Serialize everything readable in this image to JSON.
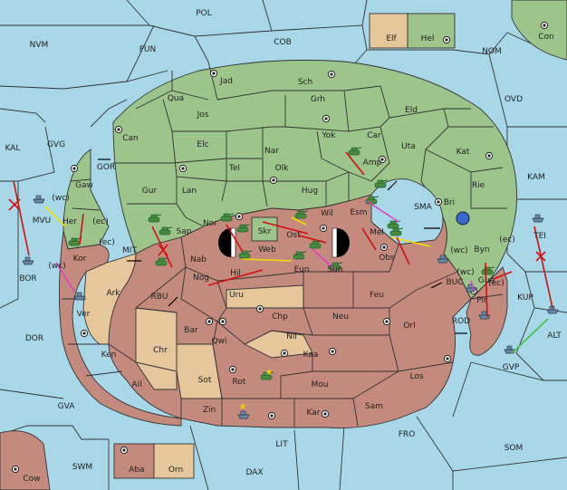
{
  "colors": {
    "sea": "#a8d8e8",
    "green_power": "#9dc48a",
    "red_power": "#c48a7e",
    "neutral": "#e6c79c",
    "order_move": "#d01010",
    "order_support": "#f0e000",
    "order_convoy": "#e040c0",
    "order_hold": "#40c040"
  },
  "legend": {
    "tan_label": "Elf",
    "green_label": "Hel",
    "tan_label_2": "Aba",
    "tan_label_3": "Orn"
  },
  "sea_regions": [
    {
      "name": "POL"
    },
    {
      "name": "NVM"
    },
    {
      "name": "FUN"
    },
    {
      "name": "COB"
    },
    {
      "name": "NOM"
    },
    {
      "name": "OVD"
    },
    {
      "name": "KAL"
    },
    {
      "name": "GVG"
    },
    {
      "name": "GOR"
    },
    {
      "name": "SMA"
    },
    {
      "name": "KAM"
    },
    {
      "name": "MVU"
    },
    {
      "name": "MIT"
    },
    {
      "name": "BOR"
    },
    {
      "name": "RBU"
    },
    {
      "name": "TEI"
    },
    {
      "name": "BUC"
    },
    {
      "name": "KUP"
    },
    {
      "name": "DOR"
    },
    {
      "name": "ROD"
    },
    {
      "name": "ALT"
    },
    {
      "name": "GVP"
    },
    {
      "name": "GVA"
    },
    {
      "name": "FRO"
    },
    {
      "name": "LIT"
    },
    {
      "name": "SOM"
    },
    {
      "name": "SWM"
    },
    {
      "name": "DAX"
    },
    {
      "name": "Con"
    },
    {
      "name": "Cow"
    }
  ],
  "land_regions": [
    {
      "name": "Jad"
    },
    {
      "name": "Sch"
    },
    {
      "name": "Qua"
    },
    {
      "name": "Grh"
    },
    {
      "name": "Jos"
    },
    {
      "name": "Eld"
    },
    {
      "name": "Can"
    },
    {
      "name": "Car"
    },
    {
      "name": "Yok"
    },
    {
      "name": "Uta"
    },
    {
      "name": "Elc"
    },
    {
      "name": "Nar"
    },
    {
      "name": "Kat"
    },
    {
      "name": "Tel"
    },
    {
      "name": "Olk"
    },
    {
      "name": "Amp"
    },
    {
      "name": "Gaw"
    },
    {
      "name": "Gur"
    },
    {
      "name": "Lan"
    },
    {
      "name": "Hug"
    },
    {
      "name": "Rie"
    },
    {
      "name": "Esm"
    },
    {
      "name": "Bri"
    },
    {
      "name": "Nor"
    },
    {
      "name": "Skr"
    },
    {
      "name": "Wil"
    },
    {
      "name": "Her"
    },
    {
      "name": "Sap"
    },
    {
      "name": "Ost"
    },
    {
      "name": "Mel"
    },
    {
      "name": "Kor"
    },
    {
      "name": "Web"
    },
    {
      "name": "Byn"
    },
    {
      "name": "Nab"
    },
    {
      "name": "Obs"
    },
    {
      "name": "Eun"
    },
    {
      "name": "Sun"
    },
    {
      "name": "Hil"
    },
    {
      "name": "Nog"
    },
    {
      "name": "Gue"
    },
    {
      "name": "Uru"
    },
    {
      "name": "Feu"
    },
    {
      "name": "Pir"
    },
    {
      "name": "Ark"
    },
    {
      "name": "Ver"
    },
    {
      "name": "Chp"
    },
    {
      "name": "Neu"
    },
    {
      "name": "Bar"
    },
    {
      "name": "Orl"
    },
    {
      "name": "Qwi"
    },
    {
      "name": "Nil"
    },
    {
      "name": "Ken"
    },
    {
      "name": "Chr"
    },
    {
      "name": "Kaa"
    },
    {
      "name": "Ail"
    },
    {
      "name": "Sot"
    },
    {
      "name": "Rot"
    },
    {
      "name": "Mou"
    },
    {
      "name": "Los"
    },
    {
      "name": "Zin"
    },
    {
      "name": "Sam"
    },
    {
      "name": "Kar"
    }
  ],
  "coast_tags": {
    "wc1": "(wc)",
    "ec1": "(ec)",
    "ec2": "(ec)",
    "wc2": "(wc)",
    "wc3": "(wc)",
    "ec3": "(ec)",
    "wc4": "(wc)",
    "ec4": "(ec)"
  }
}
